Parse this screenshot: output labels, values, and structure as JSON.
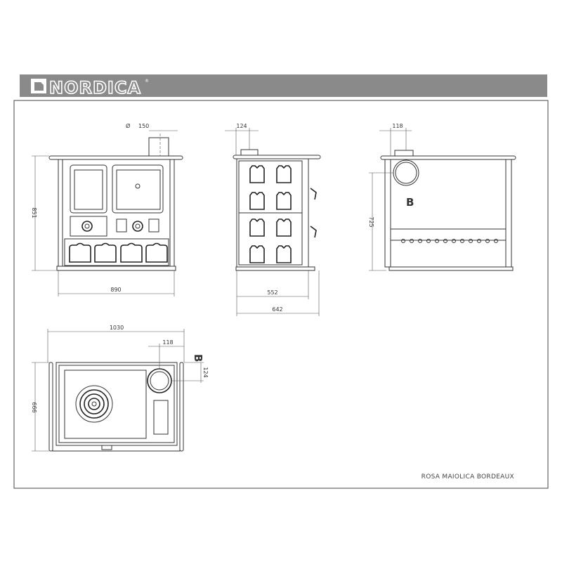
{
  "header": {
    "brand": "NORDICA",
    "registered_mark": "®",
    "bar_color": "#8a8a8a"
  },
  "front_view": {
    "flue_diameter_symbol": "Ø",
    "flue_diameter": "150",
    "height": "851",
    "width": "890"
  },
  "side_view": {
    "flue_offset": "124",
    "depth_body": "552",
    "depth_total": "642"
  },
  "rear_view": {
    "flue_offset": "118",
    "flue_height": "725",
    "section_label": "B"
  },
  "top_view": {
    "width_total": "1030",
    "flue_offset_x": "118",
    "flue_offset_y": "124",
    "depth": "666",
    "section_label": "B"
  },
  "caption": "ROSA MAIOLICA BORDEAUX"
}
